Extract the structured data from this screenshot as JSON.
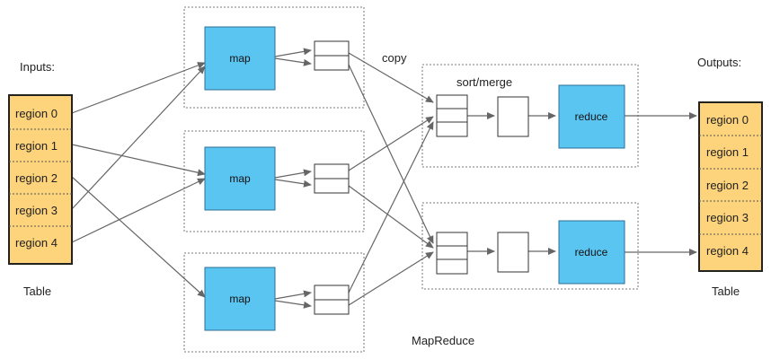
{
  "inputs": {
    "heading": "Inputs:",
    "regions": [
      "region 0",
      "region 1",
      "region 2",
      "region 3",
      "region 4"
    ],
    "footer": "Table"
  },
  "outputs": {
    "heading": "Outputs:",
    "regions": [
      "region 0",
      "region 1",
      "region 2",
      "region 3",
      "region 4"
    ],
    "footer": "Table"
  },
  "map_label": "map",
  "reduce_label": "reduce",
  "copy_label": "copy",
  "sort_merge_label": "sort/merge",
  "mapreduce_label": "MapReduce",
  "colors": {
    "region_fill": "#fdd37b",
    "region_border": "#222222",
    "task_fill": "#5bc5f2",
    "task_border": "#2a6f98",
    "arrow": "#666666",
    "dotted_border": "#777777"
  }
}
